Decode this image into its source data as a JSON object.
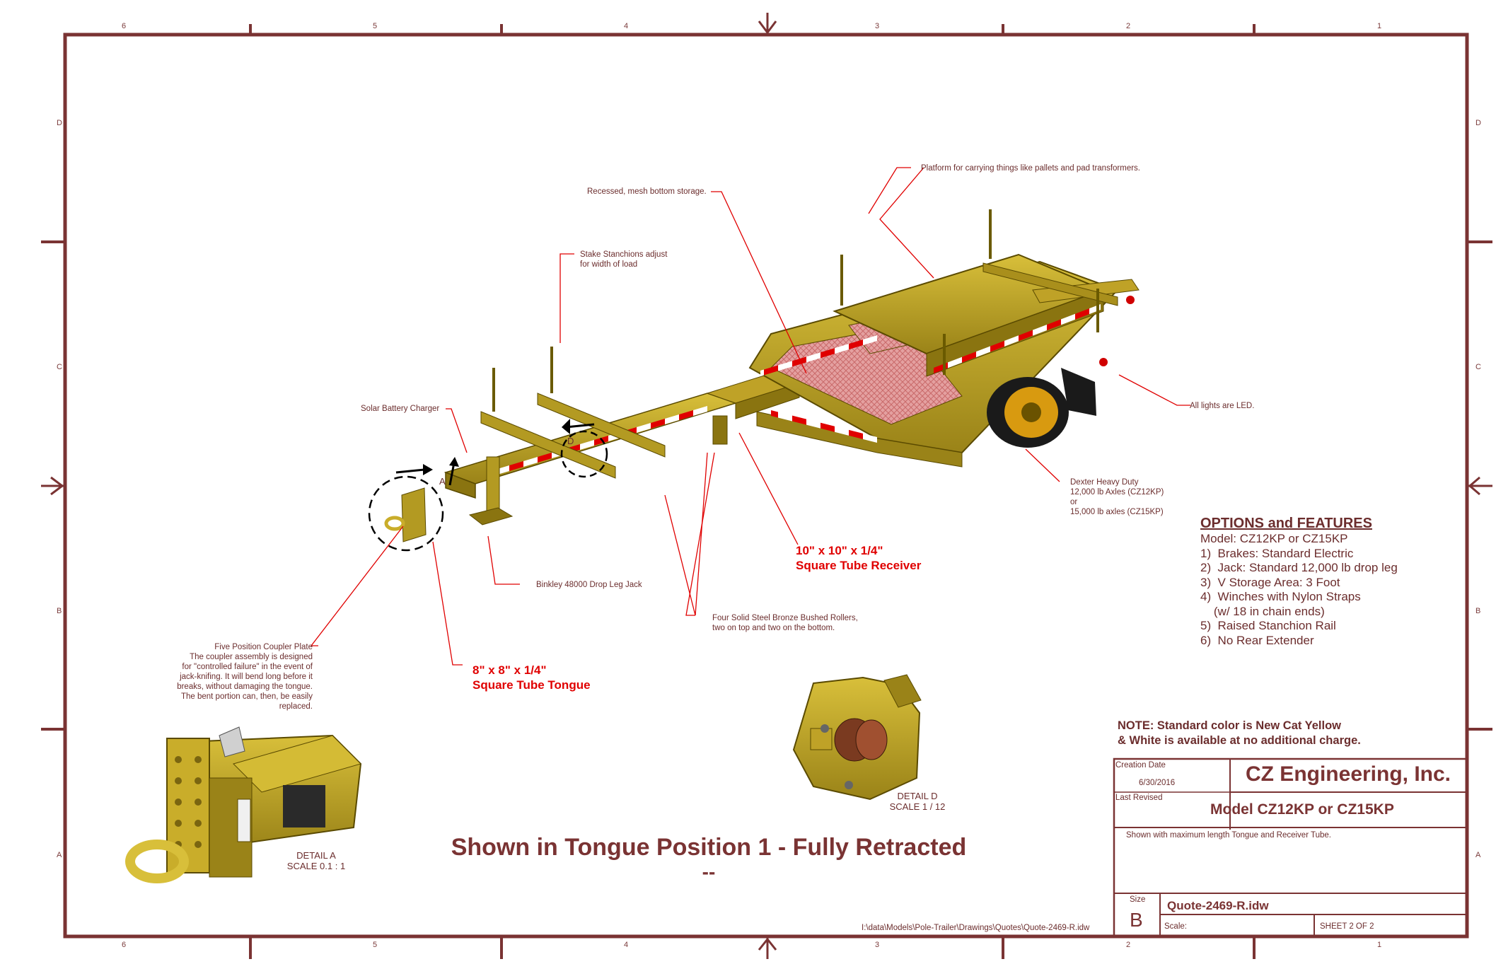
{
  "zones": {
    "top": [
      "6",
      "5",
      "4",
      "3",
      "2",
      "1"
    ],
    "bottom": [
      "6",
      "5",
      "4",
      "3",
      "2",
      "1"
    ],
    "left": [
      "D",
      "C",
      "B",
      "A"
    ],
    "right": [
      "D",
      "C",
      "B",
      "A"
    ]
  },
  "callouts": {
    "platform": "Platform for carrying things like pallets and pad transformers.",
    "recessed": "Recessed, mesh bottom storage.",
    "stanchions_l1": "Stake Stanchions adjust",
    "stanchions_l2": "for width of load",
    "solar": "Solar Battery Charger",
    "lights": "All lights are LED.",
    "dexter_l1": "Dexter Heavy Duty",
    "dexter_l2": "12,000 lb Axles (CZ12KP)",
    "dexter_l3": "or",
    "dexter_l4": "15,000 lb axles (CZ15KP)",
    "jack": "Binkley 48000 Drop Leg Jack",
    "rollers_l1": "Four Solid Steel Bronze Bushed Rollers,",
    "rollers_l2": "two on top and two on the bottom.",
    "coupler_l1": "Five Position Coupler Plate",
    "coupler_l2": "The coupler assembly is designed",
    "coupler_l3": "for \"controlled failure\" in the event of",
    "coupler_l4": "jack-knifing. It will bend long before it",
    "coupler_l5": "breaks, without damaging the tongue.",
    "coupler_l6": "The bent portion can, then, be easily",
    "coupler_l7": "replaced.",
    "receiver_l1": "10\" x 10\" x 1/4\"",
    "receiver_l2": "Square Tube Receiver",
    "tongue_l1": "8\" x 8\" x 1/4\"",
    "tongue_l2": "Square Tube Tongue",
    "label_a": "A",
    "label_d": "D"
  },
  "options": {
    "title": "OPTIONS and FEATURES",
    "items": [
      "Model: CZ12KP or CZ15KP",
      "1)  Brakes: Standard Electric",
      "2)  Jack: Standard 12,000 lb drop leg",
      "3)  V Storage Area: 3 Foot",
      "4)  Winches with Nylon Straps",
      "    (w/ 18 in chain ends)",
      "5)  Raised Stanchion Rail",
      "6)  No Rear Extender"
    ]
  },
  "note": {
    "line1": "NOTE: Standard color is New Cat Yellow",
    "line2": "& White is available at no additional charge."
  },
  "main_caption": {
    "line1": "Shown in Tongue Position 1 - Fully Retracted",
    "line2": "--"
  },
  "details": {
    "a_name": "DETAIL  A",
    "a_scale": "SCALE 0.1 : 1",
    "d_name": "DETAIL  D",
    "d_scale": "SCALE 1 / 12"
  },
  "title_block": {
    "creation_label": "Creation Date",
    "creation_date": "6/30/2016",
    "last_revised_label": "Last Revised",
    "company": "CZ Engineering, Inc.",
    "model": "Model CZ12KP or CZ15KP",
    "description": "Shown with maximum length Tongue and Receiver Tube.",
    "size_label": "Size",
    "size": "B",
    "file": "Quote-2469-R.idw",
    "scale_label": "Scale:",
    "sheet": "SHEET 2  OF 2"
  },
  "file_path": "I:\\data\\Models\\Pole-Trailer\\Drawings\\Quotes\\Quote-2469-R.idw",
  "colors": {
    "border": "#7a3333",
    "trailer_yellow": "#c9ad2a",
    "callout_red": "#e00000"
  }
}
